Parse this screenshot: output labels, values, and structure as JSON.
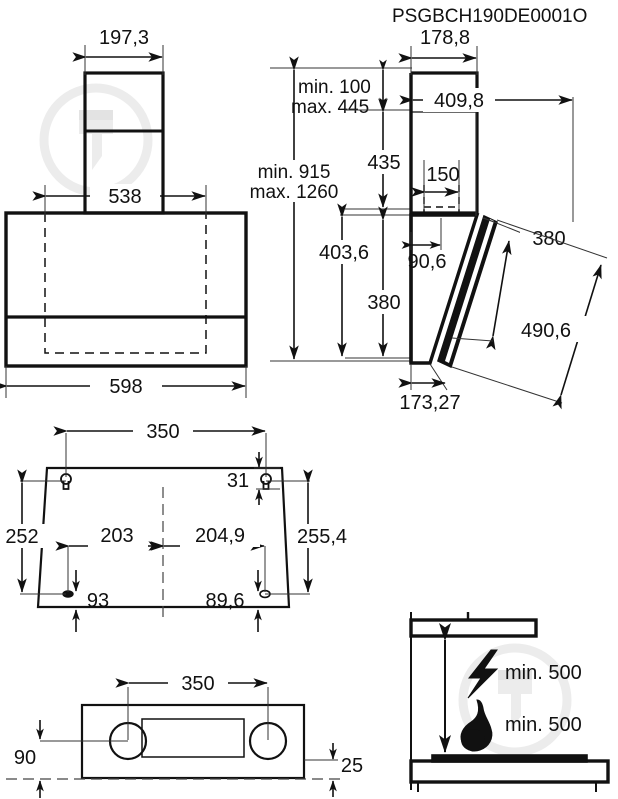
{
  "document": {
    "title": "PSGBCH190DE0001O",
    "type": "technical-dimension-drawing",
    "product": "inclined wall-mounted cooker hood",
    "units": "mm"
  },
  "views": {
    "front": {
      "name": "front-elevation",
      "dimensions": {
        "chimney_width": "197,3",
        "chimney_inner_width": "538",
        "body_width": "598"
      }
    },
    "height_chain": {
      "name": "installation-height-chain",
      "dimensions": {
        "total_min": "min. 915",
        "total_max": "max. 1260",
        "chimney_min": "min. 100",
        "chimney_max": "max. 445",
        "upper": "435",
        "mid": "403,6",
        "lower": "380"
      }
    },
    "side": {
      "name": "side-elevation",
      "dimensions": {
        "chimney_depth": "178,8",
        "wall_to_front": "409,8",
        "duct_width": "150",
        "duct_offset": "90,6",
        "glass_panel": "380",
        "glass_overall": "490,6",
        "base_depth": "173,27"
      }
    },
    "template": {
      "name": "wall-mounting-template",
      "dimensions": {
        "top_hole_spacing": "350",
        "top_hole_inset": "31",
        "left_height": "252",
        "right_height": "255,4",
        "bottom_left_from_center": "203",
        "bottom_right_from_center": "204,9",
        "bottom_left_offset": "93",
        "bottom_right_offset": "89,6"
      }
    },
    "bracket": {
      "name": "bracket-detail",
      "dimensions": {
        "hole_spacing": "350",
        "hole_height": "90",
        "bottom_offset": "25"
      }
    },
    "clearance": {
      "name": "hob-clearance-diagram",
      "items": [
        {
          "icon": "lightning-bolt-icon",
          "label": "min. 500",
          "appliance": "electric-hob"
        },
        {
          "icon": "flame-icon",
          "label": "min. 500",
          "appliance": "gas-hob"
        }
      ]
    }
  },
  "chart_data": {
    "type": "table",
    "title": "PSGBCH190DE0001O",
    "xlabel": "",
    "ylabel": "",
    "categories": [
      "chimney width",
      "chimney inner width",
      "body width",
      "total height min",
      "total height max",
      "chimney height min",
      "chimney height max",
      "upper segment",
      "mid segment",
      "lower segment",
      "chimney depth",
      "wall to front",
      "duct width",
      "duct offset",
      "glass panel",
      "glass overall",
      "base depth",
      "template top hole spacing",
      "template top hole inset",
      "template left height",
      "template right height",
      "template bottom left",
      "template bottom right",
      "template bottom left offset",
      "template bottom right offset",
      "bracket hole spacing",
      "bracket hole height",
      "bracket bottom offset",
      "clearance electric",
      "clearance gas"
    ],
    "values": [
      197.3,
      538,
      598,
      915,
      1260,
      100,
      445,
      435,
      403.6,
      380,
      178.8,
      409.8,
      150,
      90.6,
      380,
      490.6,
      173.27,
      350,
      31,
      252,
      255.4,
      203,
      204.9,
      93,
      89.6,
      350,
      90,
      25,
      500,
      500
    ]
  },
  "colors": {
    "line": "#111111",
    "thin": "#333333",
    "watermark": "#e8e8e8",
    "background": "#ffffff"
  }
}
